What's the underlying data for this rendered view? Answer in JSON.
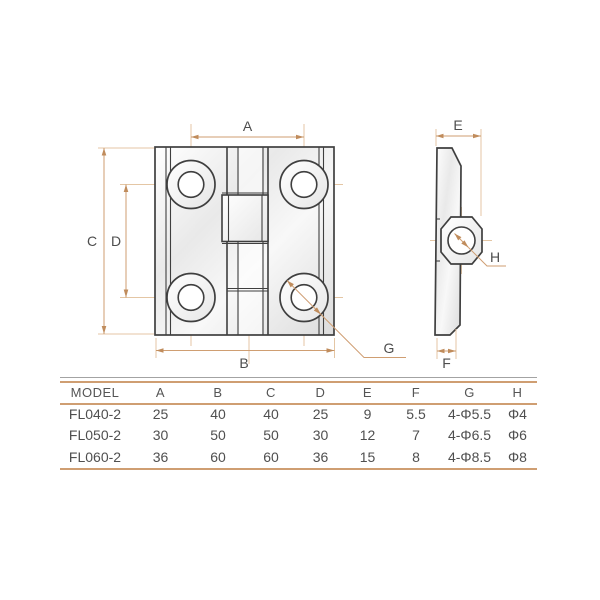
{
  "drawing": {
    "dim_labels": {
      "A": "A",
      "B": "B",
      "C": "C",
      "D": "D",
      "E": "E",
      "F": "F",
      "G": "G",
      "H": "H"
    }
  },
  "table": {
    "columns": [
      "MODEL",
      "A",
      "B",
      "C",
      "D",
      "E",
      "F",
      "G",
      "H"
    ],
    "rows": [
      [
        "FL040-2",
        "25",
        "40",
        "40",
        "25",
        "9",
        "5.5",
        "4-Φ5.5",
        "Φ4"
      ],
      [
        "FL050-2",
        "30",
        "50",
        "50",
        "30",
        "12",
        "7",
        "4-Φ6.5",
        "Φ6"
      ],
      [
        "FL060-2",
        "36",
        "60",
        "60",
        "36",
        "15",
        "8",
        "4-Φ8.5",
        "Φ8"
      ]
    ]
  },
  "colors": {
    "outline": "#3f3f3f",
    "dim_line": "#cf9e72",
    "arrow": "#c08c5c",
    "centerline": "#e4c6a4",
    "table_line": "#cf9e72",
    "text": "#4d4d4d"
  }
}
